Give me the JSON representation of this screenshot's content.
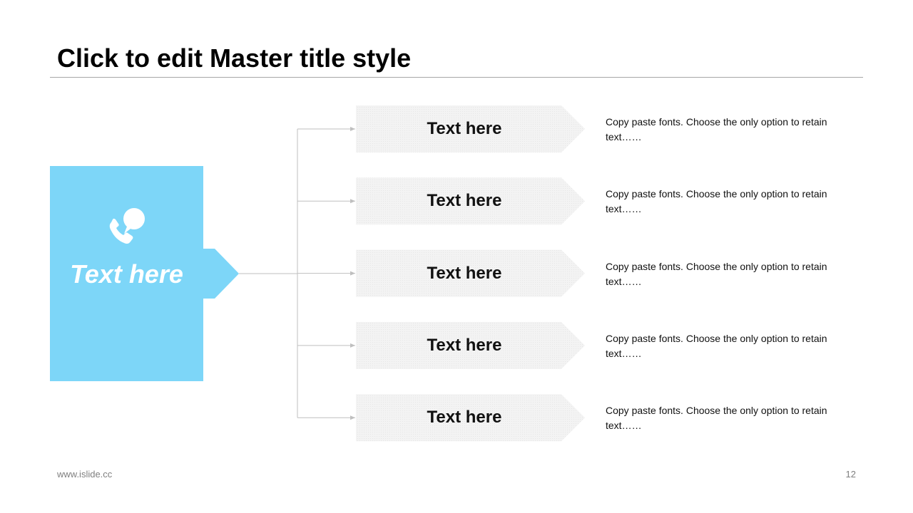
{
  "slide": {
    "title": "Click to edit Master title style"
  },
  "source": {
    "label": "Text here",
    "icon": "phone-chat-icon",
    "color": "#7dd6f8"
  },
  "branches": [
    {
      "label": "Text here",
      "description": "Copy paste fonts. Choose the only option to retain text……"
    },
    {
      "label": "Text here",
      "description": "Copy paste fonts. Choose the only option to retain text……"
    },
    {
      "label": "Text here",
      "description": "Copy paste fonts. Choose the only option to retain text……"
    },
    {
      "label": "Text here",
      "description": "Copy paste fonts. Choose the only option to retain text……"
    },
    {
      "label": "Text here",
      "description": "Copy paste fonts. Choose the only option to retain text……"
    }
  ],
  "footer": {
    "url": "www.islide.cc",
    "page": "12"
  },
  "colors": {
    "arrow_fill": "#f2f2f2",
    "connector": "#bfbfbf"
  }
}
